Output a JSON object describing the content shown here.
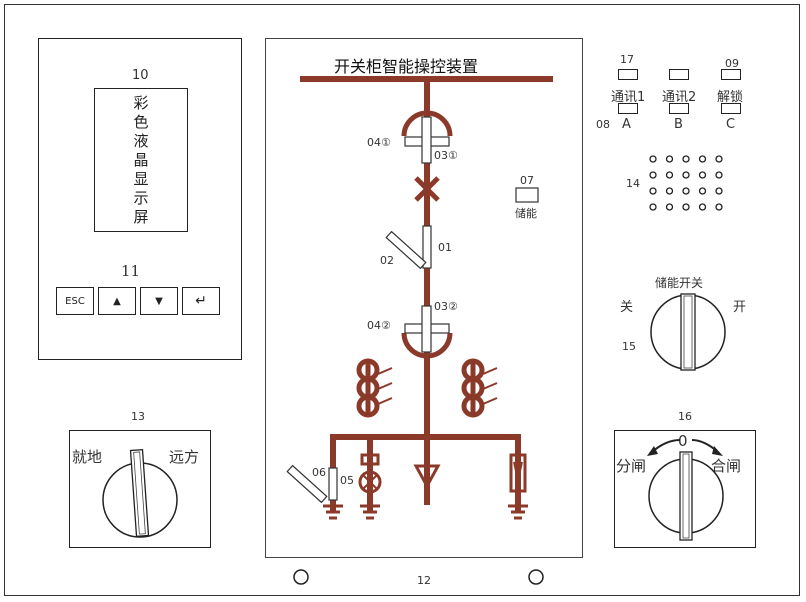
{
  "display_panel": {
    "number": "10",
    "screen_text": "彩色液晶显示屏",
    "keys_number": "11",
    "keys": [
      "ESC",
      "▲",
      "▼",
      "↵"
    ]
  },
  "mimic": {
    "title": "开关柜智能操控装置",
    "footer_number": "12",
    "labels": {
      "upper_disconnect_left": "04①",
      "upper_disconnect_right": "03①",
      "breaker": "01",
      "breaker_handle": "02",
      "lower_disconnect_left": "04②",
      "lower_disconnect_right": "03②",
      "storage_number": "07",
      "storage_text": "储能",
      "earth_switch": "06",
      "indicator": "05"
    }
  },
  "indicators": {
    "top_numbers": [
      "17",
      "09"
    ],
    "row1": [
      "通讯1",
      "通讯2",
      "解锁"
    ],
    "row2_number": "08",
    "row2": [
      "A",
      "B",
      "C"
    ]
  },
  "speaker": {
    "number": "14"
  },
  "storage_switch": {
    "title": "储能开关",
    "left": "关",
    "right": "开",
    "number": "15"
  },
  "local_remote": {
    "number": "13",
    "left": "就地",
    "right": "远方"
  },
  "open_close": {
    "number": "16",
    "zero": "0",
    "left": "分闸",
    "right": "合闸"
  },
  "colors": {
    "busbar": "#8b3a2a"
  }
}
